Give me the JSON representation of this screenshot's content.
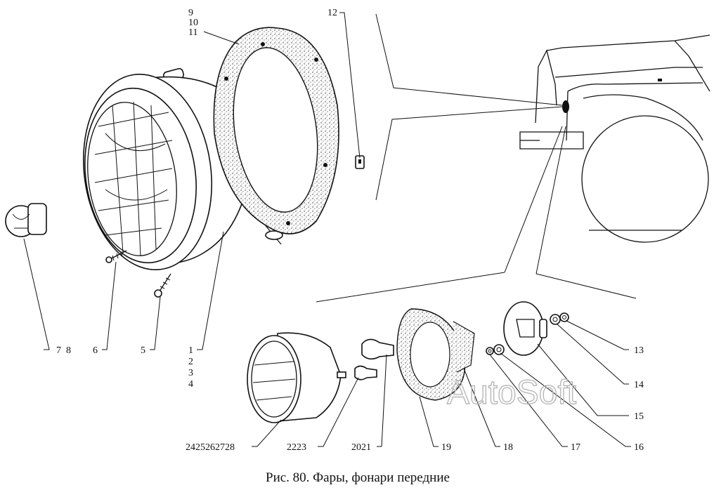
{
  "caption": "Рис. 80. Фары, фонари передние",
  "watermark": "AutoSoft",
  "callouts": {
    "c1": "1",
    "c2": "2",
    "c3": "3",
    "c4": "4",
    "c5": "5",
    "c6": "6",
    "c7_8": "7  8",
    "c9": "9",
    "c10": "10",
    "c11": "11",
    "c12": "12",
    "c13": "13",
    "c14": "14",
    "c15": "15",
    "c16": "16",
    "c17": "17",
    "c18": "18",
    "c19": "19",
    "c20_21": "2021",
    "c22_23": "2223",
    "c24_28": "2425262728"
  },
  "parts": {
    "headlamp": "headlamp-icon",
    "gasket": "headlamp-gasket-icon",
    "vehicle": "vehicle-front-icon",
    "sidelamp": "front-side-lamp-icon",
    "bulb": "bulb-icon",
    "screw": "screw-icon",
    "clip": "clip-icon",
    "washer": "washer-icon",
    "nut": "nut-icon"
  }
}
